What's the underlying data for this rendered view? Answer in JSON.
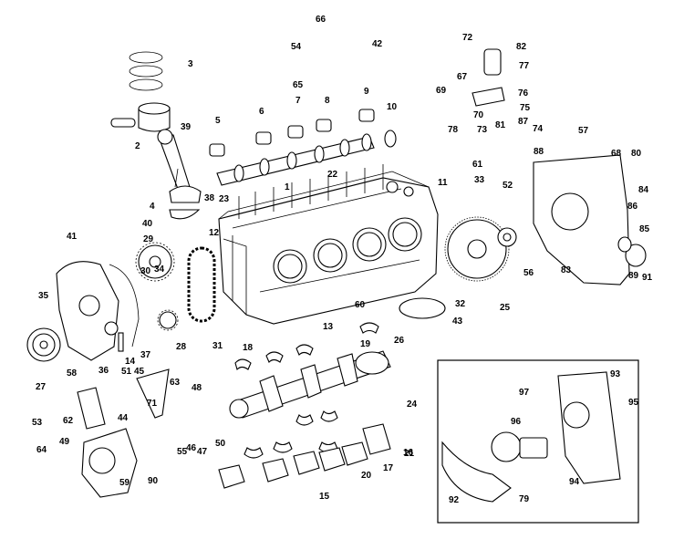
{
  "diagram": {
    "callouts": [
      "1",
      "2",
      "3",
      "4",
      "5",
      "6",
      "7",
      "8",
      "9",
      "10",
      "11",
      "12",
      "13",
      "14",
      "15",
      "16",
      "17",
      "18",
      "19",
      "20",
      "21",
      "22",
      "23",
      "24",
      "25",
      "26",
      "27",
      "28",
      "29",
      "30",
      "31",
      "32",
      "33",
      "34",
      "35",
      "36",
      "37",
      "38",
      "39",
      "40",
      "41",
      "42",
      "43",
      "44",
      "45",
      "46",
      "47",
      "48",
      "49",
      "50",
      "51",
      "52",
      "53",
      "54",
      "55",
      "56",
      "57",
      "58",
      "59",
      "60",
      "61",
      "62",
      "63",
      "64",
      "65",
      "66",
      "67",
      "68",
      "69",
      "70",
      "71",
      "72",
      "73",
      "74",
      "75",
      "76",
      "77",
      "78",
      "79",
      "80",
      "81",
      "82",
      "83",
      "84",
      "85",
      "86",
      "87",
      "88",
      "89",
      "90",
      "91",
      "92",
      "93",
      "94",
      "95",
      "96",
      "97"
    ]
  }
}
